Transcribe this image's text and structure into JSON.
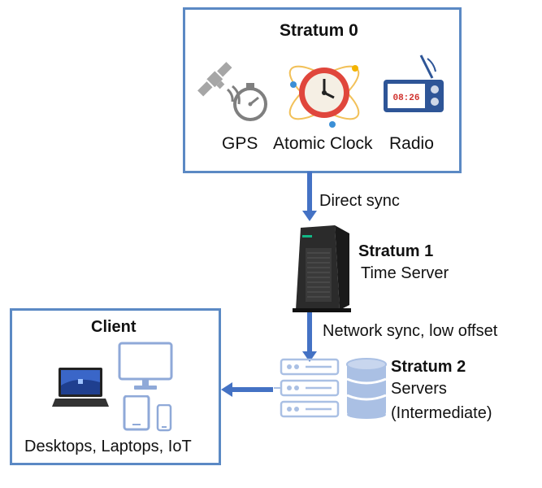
{
  "stratum0": {
    "title": "Stratum 0",
    "sources": [
      {
        "label": "GPS",
        "icon": "satellite-stopwatch-icon"
      },
      {
        "label": "Atomic Clock",
        "icon": "atomic-clock-icon"
      },
      {
        "label": "Radio",
        "icon": "radio-icon",
        "display": "08:26"
      }
    ]
  },
  "link_0_1": {
    "label": "Direct sync"
  },
  "stratum1": {
    "title": "Stratum 1",
    "subtitle": "Time Server",
    "icon": "tower-server-icon"
  },
  "link_1_2": {
    "label": "Network sync, low offset"
  },
  "stratum2": {
    "title": "Stratum 2",
    "subtitle_1": "Servers",
    "subtitle_2": "(Intermediate)",
    "icons": [
      "server-rack-icon",
      "database-icon"
    ]
  },
  "client": {
    "title": "Client",
    "devices_label": "Desktops, Laptops, IoT",
    "icons": [
      "laptop-icon",
      "monitor-icon",
      "tablet-icon",
      "phone-icon"
    ]
  },
  "colors": {
    "border": "#5b89c4",
    "arrow": "#4472c4",
    "light_icon": "#aac0e4",
    "clock_red": "#e0463c"
  }
}
